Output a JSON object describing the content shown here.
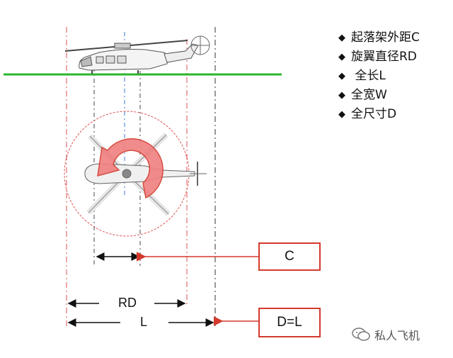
{
  "legend": {
    "bullet": "◆",
    "items": [
      {
        "text": "起落架外距C"
      },
      {
        "text": "旋翼直径RD"
      },
      {
        "text": " 全长L"
      },
      {
        "text": "全宽W"
      },
      {
        "text": "全尺寸D"
      }
    ]
  },
  "dimensions": {
    "c_label": "C",
    "rd_label": "RD",
    "l_label": "L",
    "d_label": "D=L"
  },
  "watermark": {
    "text": "私人飞机",
    "icon": "wechat-icon"
  },
  "colors": {
    "ground": "#2db52d",
    "rotor_circle": "#e05050",
    "rotation_arrow": "#e03838",
    "callout": "#d33a2c",
    "centerline": "#3a7bd5"
  }
}
